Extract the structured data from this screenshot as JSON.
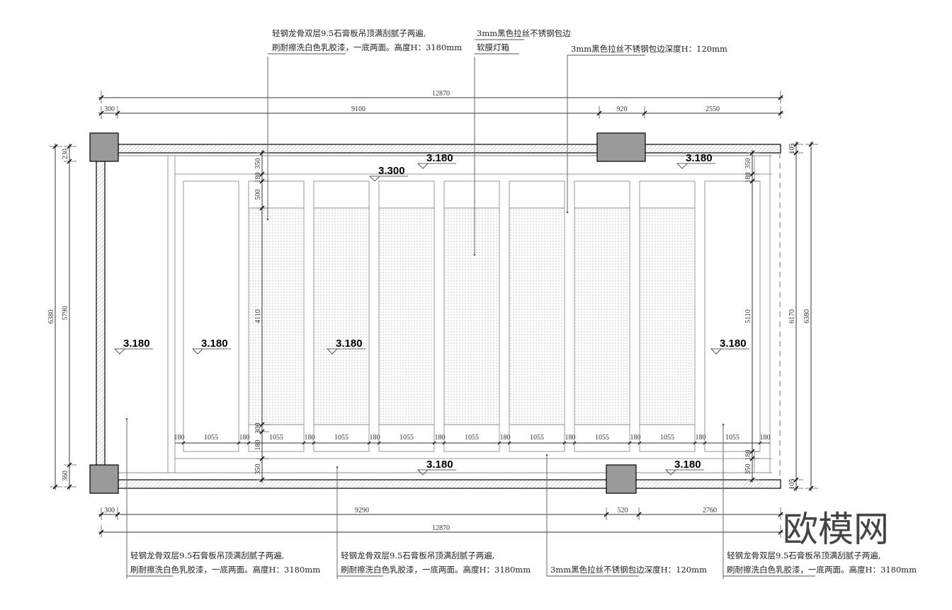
{
  "drawing": {
    "annotations_top": [
      {
        "lines": [
          "轻钢龙骨双层9.5石膏板吊顶满刮腻子两遍,",
          "刷耐擦洗白色乳胶漆，一底两面。高度H：3180mm"
        ]
      },
      {
        "lines": [
          "3mm黑色拉丝不锈钢包边",
          "软膜灯箱"
        ]
      },
      {
        "lines": [
          "3mm黑色拉丝不锈钢包边深度H：120mm"
        ]
      }
    ],
    "annotations_bottom": [
      {
        "lines": [
          "轻钢龙骨双层9.5石膏板吊顶满刮腻子两遍,",
          "刷耐擦洗白色乳胶漆，一底两面。高度H：3180mm"
        ]
      },
      {
        "lines": [
          "轻钢龙骨双层9.5石膏板吊顶满刮腻子两遍,",
          "刷耐擦洗白色乳胶漆，一底两面。高度H：3180mm"
        ]
      },
      {
        "lines": [
          "3mm黑色拉丝不锈钢包边深度H：120mm"
        ]
      },
      {
        "lines": [
          "轻钢龙骨双层9.5石膏板吊顶满刮腻子两遍,",
          "刷耐擦洗白色乳胶漆，一底两面。高度H：3180mm"
        ]
      }
    ],
    "dims_top_total": "12870",
    "dims_top": [
      "300",
      "9100",
      "920",
      "2550"
    ],
    "dims_bottom": [
      "300",
      "9290",
      "520",
      "2760"
    ],
    "dims_bottom_total": "12870",
    "dims_left_total": "6380",
    "dims_left": [
      "230",
      "5790",
      "360"
    ],
    "dims_right_inner": [
      "105",
      "6170",
      "105"
    ],
    "dims_right_total": "6380",
    "dims_column_left": [
      "350",
      "180",
      "500",
      "4110",
      "300",
      "180",
      "350"
    ],
    "dims_column_right": [
      "350",
      "180",
      "5110",
      "180",
      "350"
    ],
    "panel_widths": [
      "1055",
      "1055",
      "1055",
      "1055",
      "1055",
      "1055",
      "1055",
      "1055",
      "1055"
    ],
    "panel_gaps": [
      "180",
      "180",
      "180",
      "180",
      "180",
      "180",
      "180",
      "180",
      "180",
      "180"
    ],
    "elevations": [
      "3.180",
      "3.300",
      "3.180",
      "3.180",
      "3.180",
      "3.180",
      "3.180",
      "3.180",
      "3.180"
    ],
    "watermark_logo": "欧模网",
    "colors": {
      "line": "#555555",
      "wall": "#000000",
      "column": "#9a9a9a",
      "dimension": "#333333"
    }
  }
}
